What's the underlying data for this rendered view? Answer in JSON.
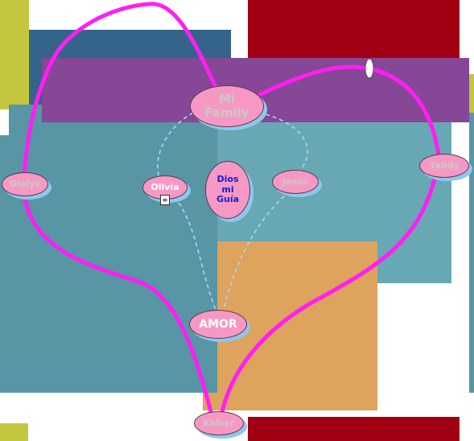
{
  "colors": {
    "link_main": "#ff1ff2",
    "link_dashed": "#a9d8f5",
    "node_fill": "#f599c4",
    "node_shadow": "#8ec7ee",
    "text_gray": "#c9c9c9",
    "text_white": "#ffffff",
    "text_blue": "#1a1ad6"
  },
  "nodes": {
    "mi_family": {
      "label": "Mi Family"
    },
    "dialys": {
      "label": "Dialys"
    },
    "olivia": {
      "label": "Olivia"
    },
    "dios": {
      "label": "Dios mi Guía"
    },
    "jesus": {
      "label": "Jesús"
    },
    "yabdy": {
      "label": "Yabdy"
    },
    "amor": {
      "label": "AMOR"
    },
    "kelsyr": {
      "label": "Kelsyr"
    }
  },
  "icons": {
    "olivia_note": "note-icon"
  }
}
